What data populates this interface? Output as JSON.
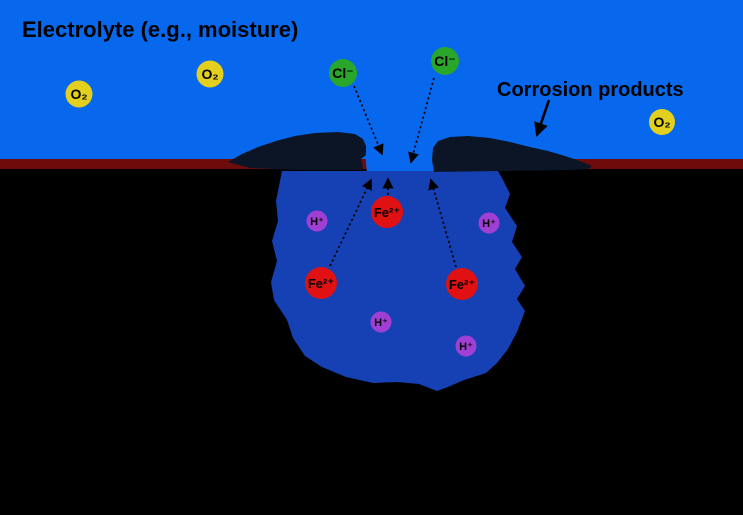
{
  "title": "Electrolyte (e.g., moisture)",
  "annotations": {
    "corrosion_products": "Corrosion products"
  },
  "species": {
    "oxygen": "O₂",
    "chloride": "Cl⁻",
    "iron": "Fe²⁺",
    "hydrogen": "H⁺"
  },
  "colors": {
    "electrolyte": "#0768ee",
    "metal": "#000000",
    "oxide_film": "#6e0b0b",
    "pit_solution": "#1541b4",
    "corrosion_product": "#0b1526",
    "oxygen_fill": "#e2cf1e",
    "chloride_fill": "#2aa62a",
    "iron_fill": "#e01112",
    "hydrogen_fill": "#a03fd4",
    "text": "#000000"
  }
}
